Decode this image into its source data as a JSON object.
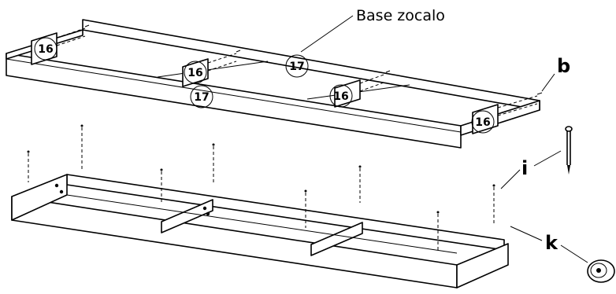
{
  "labels": {
    "caption": "Base zocalo",
    "letter_b": "b",
    "letter_i": "i",
    "letter_k": "k"
  },
  "parts": {
    "bracket": "16",
    "rail": "17"
  }
}
